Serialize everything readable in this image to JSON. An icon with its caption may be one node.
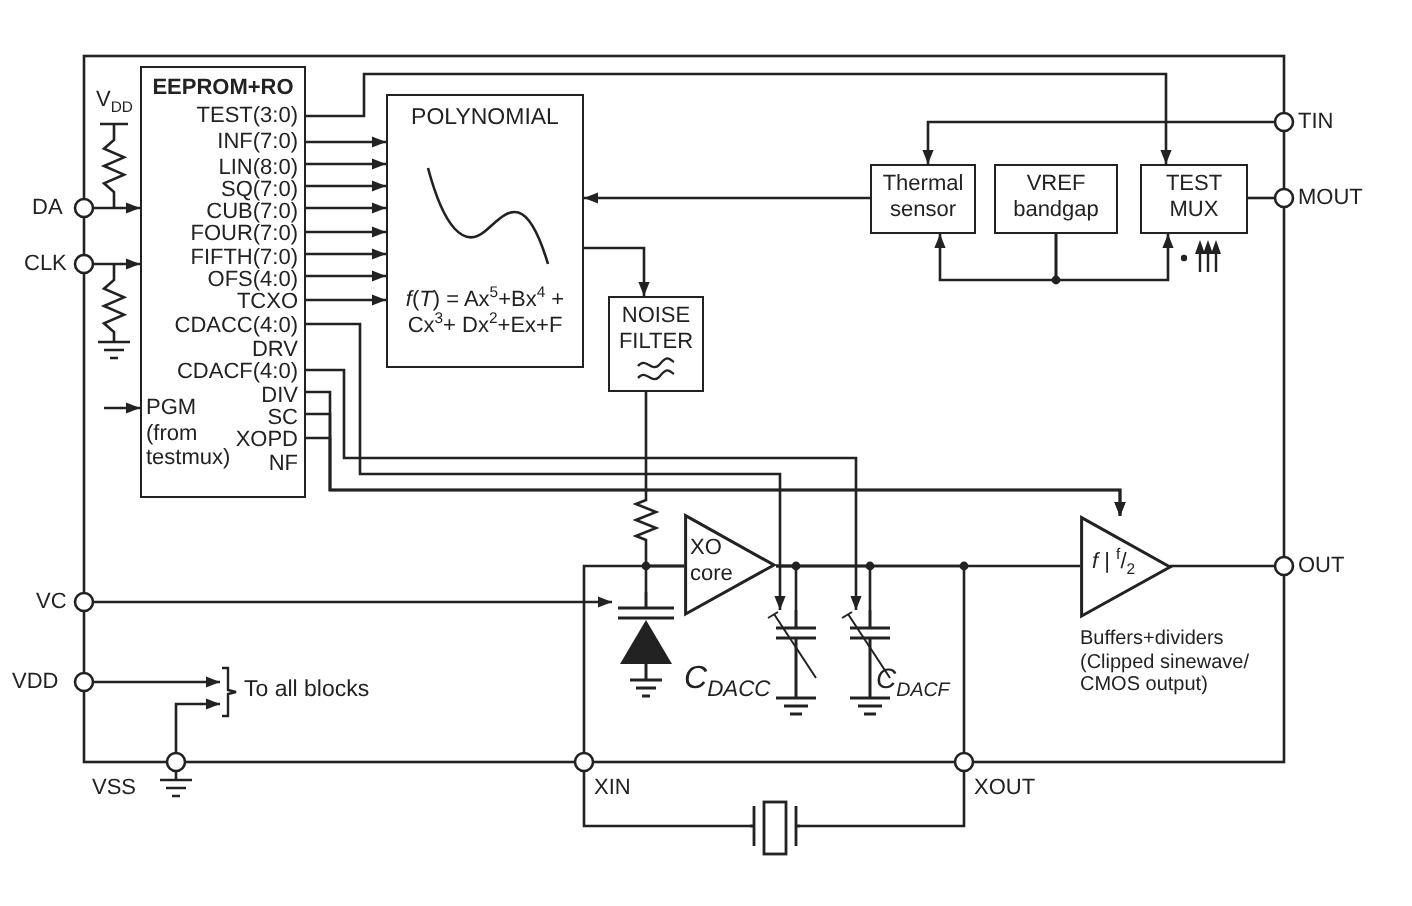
{
  "diagram": {
    "nodes": [
      {
        "text": [
          "EEPROM+RO",
          "TEST(3:0)",
          "INF(7:0)",
          "LIN(8:0)",
          "SQ(7:0)",
          "CUB(7:0)",
          "FOUR(7:0)",
          "FIFTH(7:0)",
          "OFS(4:0)",
          "TCXO",
          "CDACC(4:0)",
          "DRV",
          "CDACF(4:0)",
          "DIV",
          "SC",
          "XOPD",
          "NF",
          "PGM (from testmux)"
        ]
      },
      {
        "text": [
          "POLYNOMIAL",
          "*f*(*T*) = Ax$^{5}$+Bx$^{4}$ + Cx$^{3}$+ Dx$^{2}$+Ex+F"
        ]
      },
      {
        "text": [
          "NOISE FILTER"
        ]
      },
      {
        "text": [
          "Thermal sensor"
        ]
      },
      {
        "text": [
          "VREF bandgap"
        ]
      },
      {
        "text": [
          "TEST MUX"
        ]
      },
      {
        "text": [
          "XO core"
        ]
      },
      {
        "text": [
          "*f* | $^{f}$/$_{2}$"
        ],
        "beside": [
          "Buffers+dividers (Clipped sinewave/ CMOS output)"
        ]
      },
      {
        "text": [
          "C$_{DACC}$"
        ]
      },
      {
        "text": [
          "C$_{DACF}$"
        ]
      },
      {
        "text": [],
        "shape": "picture"
      },
      {
        "text": [],
        "shape": "picture"
      },
      {
        "text": [
          "TIN"
        ]
      },
      {
        "text": [
          "MOUT"
        ]
      },
      {
        "text": [
          "DA"
        ]
      },
      {
        "text": [
          "CLK"
        ]
      },
      {
        "text": [
          "VC"
        ]
      },
      {
        "text": [
          "VDD"
        ]
      },
      {
        "text": [
          "VSS"
        ]
      },
      {
        "text": [
          "OUT"
        ]
      },
      {
        "text": [
          "XIN"
        ]
      },
      {
        "text": [
          "XOUT"
        ]
      },
      {
        "text": [
          "To all blocks"
        ]
      }
    ],
    "edges": [
      {
        "from": 0,
        "to": 5,
        "arrow": "to"
      },
      {
        "from": 0,
        "to": 1,
        "arrow": "to"
      },
      {
        "from": 0,
        "to": 1,
        "arrow": "to"
      },
      {
        "from": 0,
        "to": 1,
        "arrow": "to"
      },
      {
        "from": 0,
        "to": 1,
        "arrow": "to"
      },
      {
        "from": 0,
        "to": 1,
        "arrow": "to"
      },
      {
        "from": 0,
        "to": 1,
        "arrow": "to"
      },
      {
        "from": 0,
        "to": 1,
        "arrow": "to"
      },
      {
        "from": 0,
        "to": 1,
        "arrow": "to"
      },
      {
        "from": 0,
        "to": 8,
        "arrow": "to"
      },
      {
        "from": 0,
        "to": 9,
        "arrow": "to"
      },
      {
        "from": 0,
        "to": 7,
        "arrow": "to"
      },
      {
        "from": 0,
        "to": 7,
        "arrow": "to"
      },
      {
        "from": 0,
        "to": 7,
        "arrow": "to"
      },
      {
        "from": null,
        "to": 0,
        "arrow": "to"
      },
      {
        "from": 14,
        "to": 0,
        "arrow": "to"
      },
      {
        "from": 15,
        "to": 0,
        "arrow": "to"
      },
      {
        "from": 12,
        "to": 3,
        "arrow": "to"
      },
      {
        "from": 5,
        "to": 13,
        "arrow": "none"
      },
      {
        "from": 3,
        "to": 1,
        "arrow": "to"
      },
      {
        "from": 1,
        "to": 2,
        "arrow": "to"
      },
      {
        "from": 4,
        "to": 3,
        "arrow": "to"
      },
      {
        "from": 4,
        "to": 5,
        "arrow": "to"
      },
      {
        "from": 2,
        "to": 6,
        "arrow": "none"
      },
      {
        "from": 16,
        "to": 10,
        "arrow": "to"
      },
      {
        "from": 10,
        "to": 6,
        "arrow": "none"
      },
      {
        "from": 20,
        "to": 6,
        "arrow": "none"
      },
      {
        "from": 6,
        "to": 7,
        "arrow": "none"
      },
      {
        "from": 6,
        "to": 8,
        "arrow": "none"
      },
      {
        "from": 6,
        "to": 9,
        "arrow": "none"
      },
      {
        "from": 21,
        "to": 6,
        "arrow": "none"
      },
      {
        "from": 7,
        "to": 19,
        "arrow": "none"
      },
      {
        "from": 20,
        "to": 11,
        "arrow": "none"
      },
      {
        "from": 11,
        "to": 21,
        "arrow": "none"
      },
      {
        "from": 17,
        "to": 22,
        "arrow": "to"
      },
      {
        "from": 18,
        "to": 22,
        "arrow": "to"
      }
    ],
    "labels": [
      "V$_{DD}$"
    ]
  }
}
